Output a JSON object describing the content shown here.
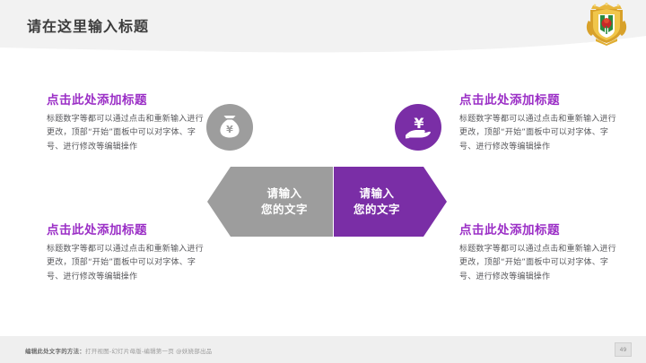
{
  "slide": {
    "title": "请在这里输入标题",
    "logo_icon": "heraldic-crest-emblem"
  },
  "blocks": {
    "top_left": {
      "heading": "点击此处添加标题",
      "body": "标题数字等都可以通过点击和重新输入进行更改，顶部“开始”面板中可以对字体、字号、进行修改等编辑操作"
    },
    "bottom_left": {
      "heading": "点击此处添加标题",
      "body": "标题数字等都可以通过点击和重新输入进行更改，顶部“开始”面板中可以对字体、字号、进行修改等编辑操作"
    },
    "top_right": {
      "heading": "点击此处添加标题",
      "body": "标题数字等都可以通过点击和重新输入进行更改，顶部“开始”面板中可以对字体、字号、进行修改等编辑操作"
    },
    "bottom_right": {
      "heading": "点击此处添加标题",
      "body": "标题数字等都可以通过点击和重新输入进行更改，顶部“开始”面板中可以对字体、字号、进行修改等编辑操作"
    }
  },
  "icons": {
    "left_circle": {
      "name": "money-bag-yen-icon",
      "color": "#9d9d9d"
    },
    "right_circle": {
      "name": "hand-holding-yen-coin-icon",
      "color": "#7a2ea6"
    }
  },
  "chevrons": [
    {
      "line1": "请输入",
      "line2": "您的文字",
      "color": "#9d9d9d"
    },
    {
      "line1": "请输入",
      "line2": "您的文字",
      "color": "#7a2ea6"
    }
  ],
  "footer": {
    "label": "编辑此处文字的方法：",
    "text": "打开视图-幻灯片母版-编辑第一页 @妖娆部出品",
    "page_number": "49"
  },
  "colors": {
    "heading_purple": "#9b2fc6",
    "accent_purple": "#7a2ea6",
    "accent_gray": "#9d9d9d",
    "body_text": "#58585c",
    "header_band": "#f2f2f2",
    "footer_band": "#efefef"
  }
}
